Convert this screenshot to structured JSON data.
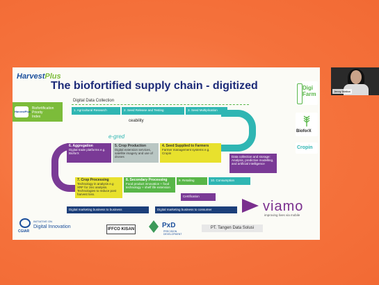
{
  "presenter": {
    "name": "Jenny Walton"
  },
  "slide": {
    "brand": {
      "harvest": "Harvest",
      "plus": "Plus"
    },
    "title": "The biofortified supply chain - digitized",
    "hp_index": {
      "mini": "HarvestPlus",
      "line1": "Biofortification",
      "line2": "Priority",
      "line3": "Index"
    },
    "digital_data_collection": "Digital Data Collection",
    "stages": {
      "s1": "1. Agricultural Research",
      "s2": "2. Seed Release and Testing",
      "s3": "3. Seed Multiplication",
      "s4": {
        "title": "4. Seed Supplied to Farmers",
        "desc": "Farmer management systems e.g. Cropin"
      },
      "s5": {
        "title": "5. Crop Production",
        "desc": "Digital extension services, satellite imagery and use of drones"
      },
      "s6": {
        "title": "6. Aggregation",
        "desc": "Digital trade platforms e.g. BioforX"
      },
      "s7": {
        "title": "7. Crop Processing",
        "desc": "Technology in analysis e.g XRF for zinc analysis. Technologies to reduce post harvest loss."
      },
      "s8": {
        "title": "8. Secondary Processing",
        "desc": "Food product innovation + food technology + shelf life extension"
      },
      "s9": "9. Retailing",
      "s10": "10. Consumption"
    },
    "traceability": "ceability",
    "ofb": "e-gred",
    "data_box": "Data collection and storage: Analysis, predictive modelling, and artificial intelligence",
    "certification": "Certification",
    "mkt_b2b": "Digital marketing business to business",
    "mkt_b2c": "Digital marketing business to consumer",
    "viamo": "viamo",
    "viamo_tag": "improving lives via mobile",
    "cgiar_label": "CGIAR",
    "cgiar_initiative": "INITIATIVE ON",
    "digital_innovation": "Digital Innovation",
    "iffco": "IFFCO KISAN",
    "pxd": "PxD",
    "pxd_sub1": "PRECISION",
    "pxd_sub2": "DEVELOPMENT",
    "tangen": "PT. Tangen Data Solusi"
  },
  "side_logos": {
    "digifarm_a": "Digi",
    "digifarm_b": "Farm",
    "bioforx": "BioforX",
    "cropin": "Cropin"
  }
}
